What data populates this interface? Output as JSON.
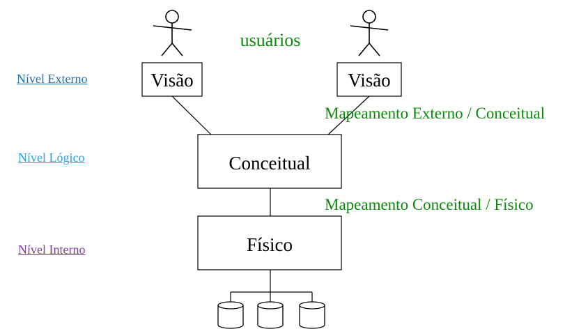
{
  "levels": {
    "external": "Nível Externo",
    "logical": "Nível Lógico",
    "internal": "Nível Interno"
  },
  "users_label": "usuários",
  "mappings": {
    "external_conceptual": "Mapeamento Externo / Conceitual",
    "conceptual_physical": "Mapeamento Conceitual / Físico"
  },
  "boxes": {
    "view_left": "Visão",
    "view_right": "Visão",
    "conceptual": "Conceitual",
    "physical": "Físico"
  },
  "colors": {
    "external_link": "#1f6fa8",
    "logical_link": "#2aa3d6",
    "internal_link": "#7a3e9a",
    "mapping_text": "#0a8a0a",
    "stroke": "#000000"
  }
}
